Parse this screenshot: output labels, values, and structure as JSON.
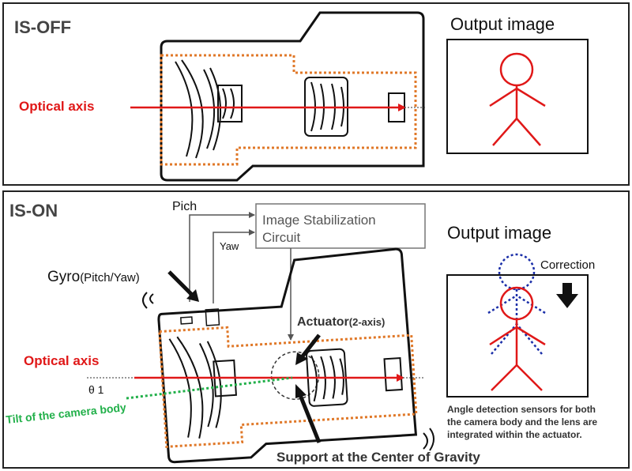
{
  "top_panel": {
    "title": "IS-OFF",
    "optical_axis_label": "Optical axis",
    "output_title": "Output image"
  },
  "bottom_panel": {
    "title": "IS-ON",
    "pitch_label": "Pich",
    "yaw_label": "Yaw",
    "circuit_label_line1": "Image Stabilization",
    "circuit_label_line2": "Circuit",
    "gyro_label": "Gyro",
    "gyro_sub_label": "(Pitch/Yaw)",
    "optical_axis_label": "Optical axis",
    "theta_label": "θ 1",
    "tilt_label": "Tilt of the camera body",
    "actuator_label": "Actuator",
    "actuator_sub_label": "(2-axis)",
    "support_label": "Support at the Center of Gravity",
    "output_title": "Output image",
    "correction_label": "Correction",
    "note_line1": "Angle detection sensors for both",
    "note_line2": "the camera body and the lens are",
    "note_line3": "integrated within the actuator."
  },
  "colors": {
    "axis_red": "#e01818",
    "frame_orange": "#e07828",
    "tilt_green": "#22b04a",
    "correction_blue": "#1a2ea8"
  }
}
